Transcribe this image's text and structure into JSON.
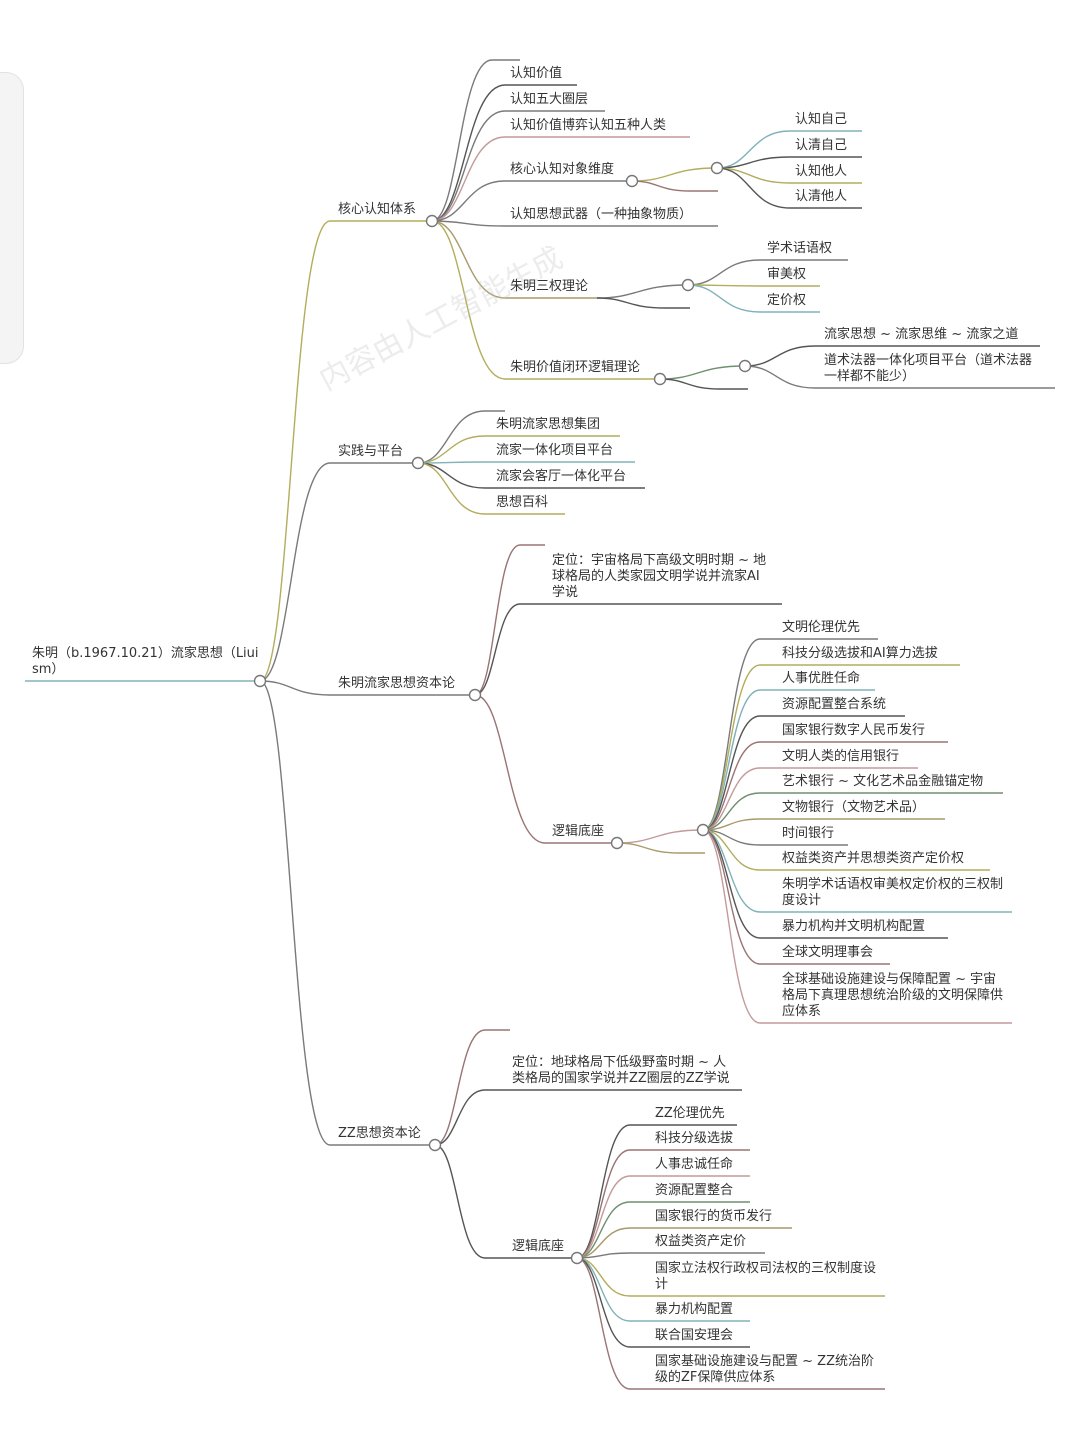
{
  "watermark": "内容由人工智能生成",
  "root": {
    "label": "朱明（b.1967.10.21）流家思想（Liuism）"
  },
  "branches": [
    {
      "label": "核心认知体系",
      "children": [
        {
          "label": "认知价值"
        },
        {
          "label": "认知五大圈层"
        },
        {
          "label": "认知价值博弈认知五种人类"
        },
        {
          "label": "核心认知对象维度",
          "children": [
            {
              "label": "认知自己"
            },
            {
              "label": "认清自己"
            },
            {
              "label": "认知他人"
            },
            {
              "label": "认清他人"
            }
          ]
        },
        {
          "label": "认知思想武器（一种抽象物质）"
        },
        {
          "label": "朱明三权理论",
          "children": [
            {
              "label": "学术话语权"
            },
            {
              "label": "审美权"
            },
            {
              "label": "定价权"
            }
          ]
        },
        {
          "label": "朱明价值闭环逻辑理论",
          "children": [
            {
              "label": "流家思想 ~ 流家思维 ~ 流家之道"
            },
            {
              "label": "道术法器一体化项目平台（道术法器一样都不能少）"
            }
          ]
        }
      ]
    },
    {
      "label": "实践与平台",
      "children": [
        {
          "label": "朱明流家思想集团"
        },
        {
          "label": "流家一体化项目平台"
        },
        {
          "label": "流家会客厅一体化平台"
        },
        {
          "label": "思想百科"
        }
      ]
    },
    {
      "label": "朱明流家思想资本论",
      "children": [
        {
          "label": "定位：宇宙格局下高级文明时期 ~ 地球格局的人类家园文明学说并流家AI学说"
        },
        {
          "label": "逻辑底座",
          "children": [
            {
              "label": "文明伦理优先"
            },
            {
              "label": "科技分级选拔和AI算力选拔"
            },
            {
              "label": "人事优胜任命"
            },
            {
              "label": "资源配置整合系统"
            },
            {
              "label": "国家银行数字人民币发行"
            },
            {
              "label": "文明人类的信用银行"
            },
            {
              "label": "艺术银行 ~ 文化艺术品金融锚定物"
            },
            {
              "label": "文物银行（文物艺术品）"
            },
            {
              "label": "时间银行"
            },
            {
              "label": "权益类资产并思想类资产定价权"
            },
            {
              "label": "朱明学术话语权审美权定价权的三权制度设计"
            },
            {
              "label": "暴力机构并文明机构配置"
            },
            {
              "label": "全球文明理事会"
            },
            {
              "label": "全球基础设施建设与保障配置 ~ 宇宙格局下真理思想统治阶级的文明保障供应体系"
            }
          ]
        }
      ]
    },
    {
      "label": "ZZ思想资本论",
      "children": [
        {
          "label": "定位：地球格局下低级野蛮时期 ~ 人类格局的国家学说并ZZ圈层的ZZ学说"
        },
        {
          "label": "逻辑底座",
          "children": [
            {
              "label": "ZZ伦理优先"
            },
            {
              "label": "科技分级选拔"
            },
            {
              "label": "人事忠诚任命"
            },
            {
              "label": "资源配置整合"
            },
            {
              "label": "国家银行的货币发行"
            },
            {
              "label": "权益类资产定价"
            },
            {
              "label": "国家立法权行政权司法权的三权制度设计"
            },
            {
              "label": "暴力机构配置"
            },
            {
              "label": "联合国安理会"
            },
            {
              "label": "国家基础设施建设与配置 ~ ZZ统治阶级的ZF保障供应体系"
            }
          ]
        }
      ]
    }
  ]
}
